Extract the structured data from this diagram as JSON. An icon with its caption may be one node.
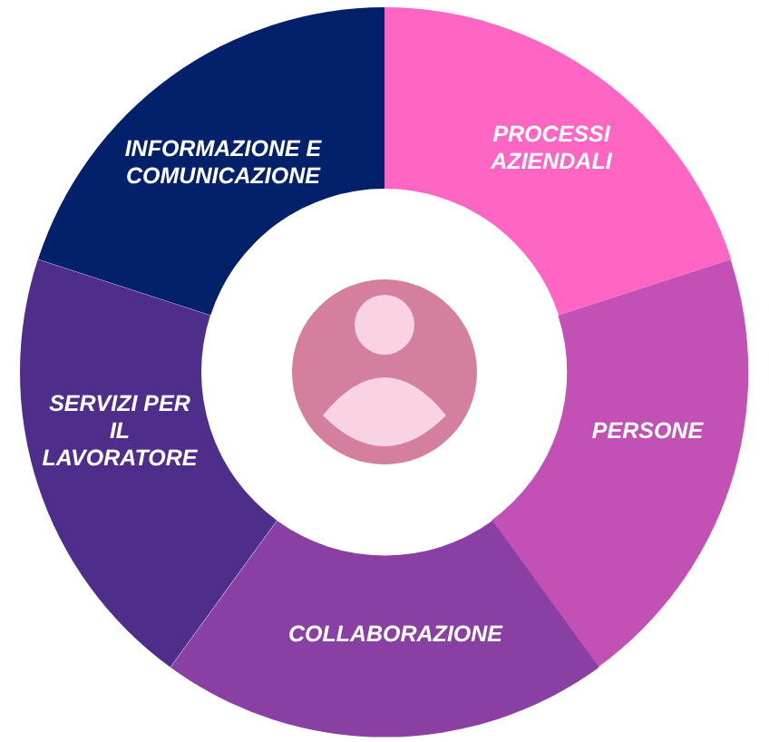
{
  "diagram": {
    "nodes": [
      {
        "text": [
          "INFORMAZIONE E COMUNICAZIONE"
        ]
      },
      {
        "text": [
          "PROCESSI AZIENDALI"
        ]
      },
      {
        "text": [
          "SERVIZI PER IL LAVORATORE"
        ]
      },
      {
        "text": [
          "PERSONE"
        ]
      },
      {
        "text": [
          "COLLABORAZIONE"
        ]
      }
    ]
  }
}
